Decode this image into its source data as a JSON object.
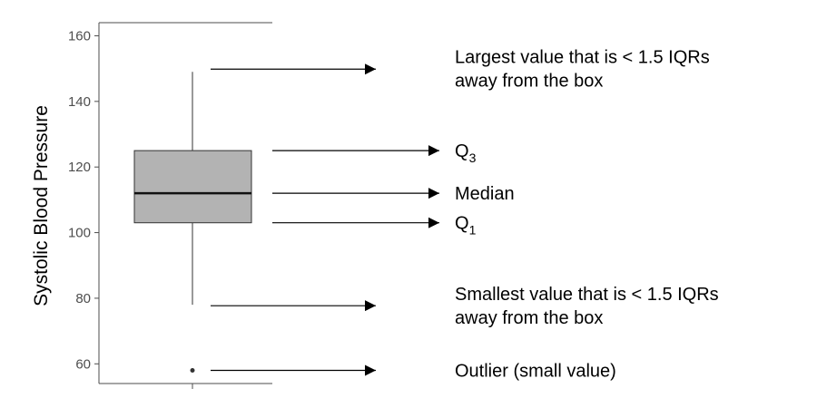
{
  "chart_data": {
    "type": "box",
    "ylabel": "Systolic Blood Pressure",
    "xlabel": "",
    "ylim": [
      54,
      164
    ],
    "yticks": [
      60,
      80,
      100,
      120,
      140,
      160
    ],
    "box": {
      "whisker_low": 78,
      "q1": 103,
      "median": 112,
      "q3": 125,
      "whisker_high": 149,
      "outliers": [
        58
      ]
    },
    "annotations": [
      {
        "target": "whisker_high",
        "lines": [
          "Largest value that is < 1.5 IQRs",
          "away from the box"
        ]
      },
      {
        "target": "q3",
        "base": "Q",
        "sub": "3"
      },
      {
        "target": "median",
        "lines": [
          "Median"
        ]
      },
      {
        "target": "q1",
        "base": "Q",
        "sub": "1"
      },
      {
        "target": "whisker_low",
        "lines": [
          "Smallest value that is < 1.5 IQRs",
          "away from the box"
        ]
      },
      {
        "target": "outlier",
        "lines": [
          "Outlier (small value)"
        ]
      }
    ],
    "colors": {
      "box_fill": "#b3b3b3",
      "axis": "#4d4d4d",
      "text": "#000000"
    }
  }
}
